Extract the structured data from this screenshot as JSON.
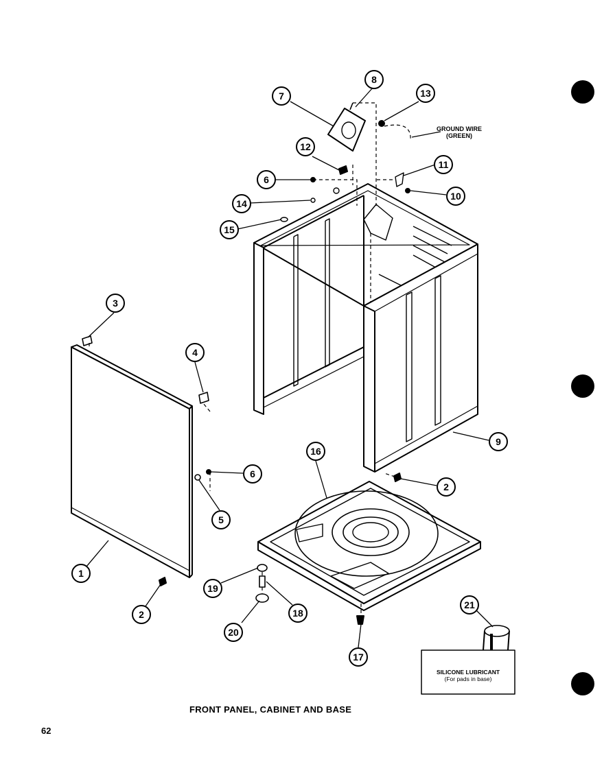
{
  "page": {
    "title": "FRONT PANEL, CABINET AND BASE",
    "page_number": "62"
  },
  "annotations": {
    "ground_wire_line1": "GROUND WIRE",
    "ground_wire_line2": "(GREEN)",
    "silicone_line1": "SILICONE LUBRICANT",
    "silicone_line2": "(For pads in base)"
  },
  "callouts": [
    "1",
    "2",
    "2",
    "3",
    "4",
    "5",
    "6",
    "6",
    "7",
    "8",
    "9",
    "10",
    "11",
    "12",
    "13",
    "14",
    "15",
    "16",
    "17",
    "18",
    "19",
    "20",
    "21"
  ]
}
